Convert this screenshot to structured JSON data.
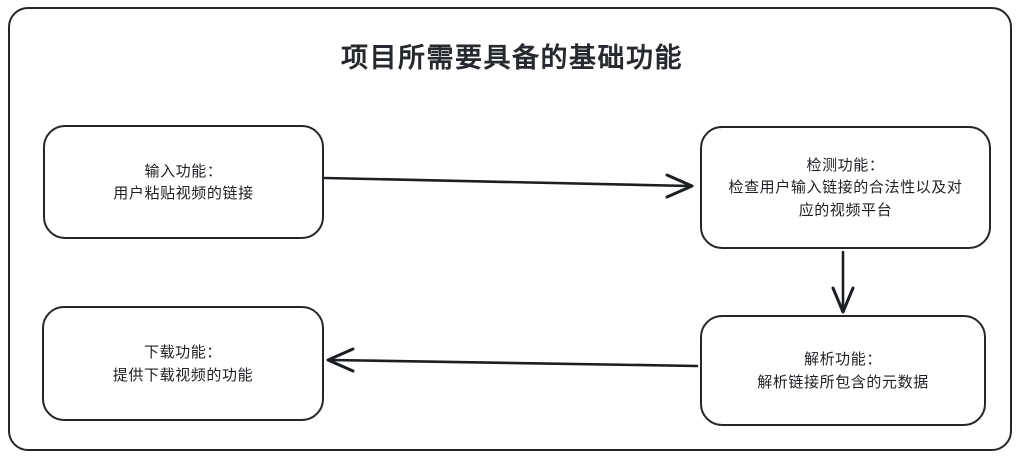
{
  "diagram": {
    "type": "flowchart",
    "title": "项目所需要具备的基础功能",
    "frame": {
      "style": "rounded-rectangle-border"
    },
    "nodes": [
      {
        "id": "input",
        "name": "输入功能",
        "lines": [
          "输入功能：",
          "用户粘贴视频的链接"
        ],
        "position": "top-left"
      },
      {
        "id": "detect",
        "name": "检测功能",
        "lines": [
          "检测功能：",
          "检查用户输入链接的合法性以及对",
          "应的视频平台"
        ],
        "position": "top-right"
      },
      {
        "id": "parse",
        "name": "解析功能",
        "lines": [
          "解析功能：",
          "解析链接所包含的元数据"
        ],
        "position": "bottom-right"
      },
      {
        "id": "download",
        "name": "下载功能",
        "lines": [
          "下载功能：",
          "提供下载视频的功能"
        ],
        "position": "bottom-left"
      }
    ],
    "edges": [
      {
        "id": "input-to-detect",
        "from": "input",
        "to": "detect",
        "direction": "right",
        "label": ""
      },
      {
        "id": "detect-to-parse",
        "from": "detect",
        "to": "parse",
        "direction": "down",
        "label": ""
      },
      {
        "id": "parse-to-download",
        "from": "parse",
        "to": "download",
        "direction": "left",
        "label": ""
      }
    ],
    "colors": {
      "background": "#ffffff",
      "stroke": "#23262b",
      "text": "#1d2024",
      "title": "#26292e"
    }
  }
}
